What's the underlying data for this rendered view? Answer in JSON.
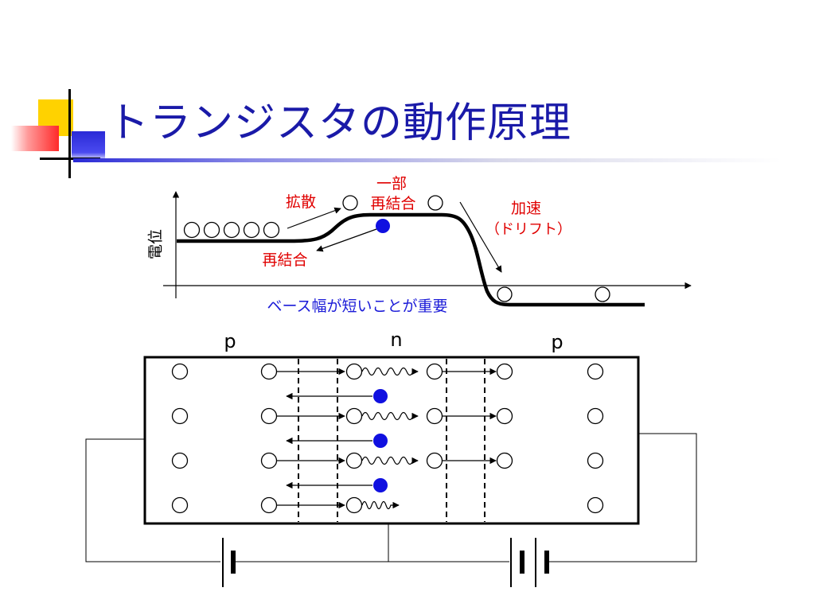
{
  "slide": {
    "title": "トランジスタの動作原理"
  },
  "band_diagram": {
    "y_axis_label": "電位",
    "label_diffusion": "拡散",
    "label_partial_recombination_1": "一部",
    "label_partial_recombination_2": "再結合",
    "label_recombination": "再結合",
    "label_acceleration_1": "加速",
    "label_acceleration_2": "（ドリフト）",
    "note": "ベース幅が短いことが重要"
  },
  "device": {
    "region_left": "p",
    "region_middle": "n",
    "region_right": "p"
  },
  "colors": {
    "title": "#1a1aa8",
    "annotation_red": "#e00000",
    "note_blue": "#1a1ad8",
    "electron": "#1010e0"
  }
}
